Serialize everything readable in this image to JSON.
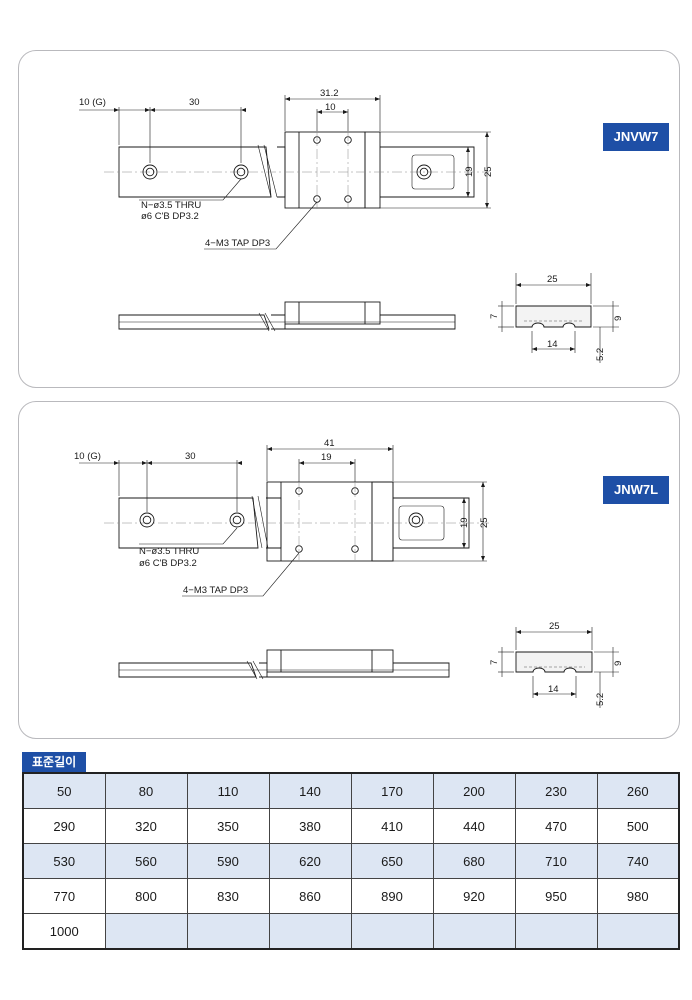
{
  "colors": {
    "accent": "#1e4fa6",
    "table_shade": "#dde6f3",
    "panel_border": "#b9b9bd"
  },
  "drawings": [
    {
      "model": "JNVW7",
      "dims": {
        "pitch_g": "10 (G)",
        "pitch": "30",
        "block_length": "31.2",
        "hole_spacing": "10",
        "height_19": "19",
        "height_25": "25",
        "section_width": "25",
        "section_inner": "14",
        "section_h7": "7",
        "section_h9": "9",
        "section_h52": "5.2"
      },
      "notes": {
        "thru": "N−ø3.5 THRU",
        "cb": "ø6 C'B DP3.2",
        "tap": "4−M3 TAP DP3"
      }
    },
    {
      "model": "JNW7L",
      "dims": {
        "pitch_g": "10 (G)",
        "pitch": "30",
        "block_length": "41",
        "hole_spacing": "19",
        "height_19": "19",
        "height_25": "25",
        "section_width": "25",
        "section_inner": "14",
        "section_h7": "7",
        "section_h9": "9",
        "section_h52": "5.2"
      },
      "notes": {
        "thru": "N−ø3.5 THRU",
        "cb": "ø6 C'B DP3.2",
        "tap": "4−M3 TAP DP3"
      }
    }
  ],
  "standard_length": {
    "title": "표준길이",
    "rows": [
      [
        "50",
        "80",
        "110",
        "140",
        "170",
        "200",
        "230",
        "260"
      ],
      [
        "290",
        "320",
        "350",
        "380",
        "410",
        "440",
        "470",
        "500"
      ],
      [
        "530",
        "560",
        "590",
        "620",
        "650",
        "680",
        "710",
        "740"
      ],
      [
        "770",
        "800",
        "830",
        "860",
        "890",
        "920",
        "950",
        "980"
      ],
      [
        "1000",
        "",
        "",
        "",
        "",
        "",
        "",
        ""
      ]
    ]
  }
}
